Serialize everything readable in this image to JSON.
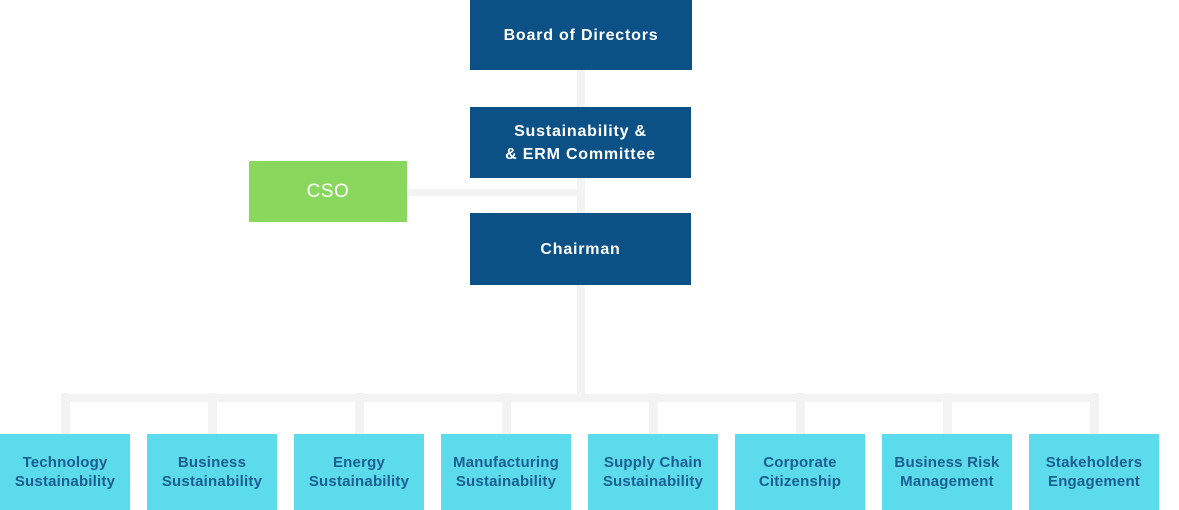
{
  "org": {
    "board": {
      "label": "Board of Directors"
    },
    "committee": {
      "line1": "Sustainability &",
      "line2": "& ERM Committee"
    },
    "cso": {
      "label": "CSO"
    },
    "chairman": {
      "label": "Chairman"
    },
    "departments": [
      {
        "line1": "Technology",
        "line2": "Sustainability"
      },
      {
        "line1": "Business",
        "line2": "Sustainability"
      },
      {
        "line1": "Energy",
        "line2": "Sustainability"
      },
      {
        "line1": "Manufacturing",
        "line2": "Sustainability"
      },
      {
        "line1": "Supply Chain",
        "line2": "Sustainability"
      },
      {
        "line1": "Corporate",
        "line2": "Citizenship"
      },
      {
        "line1": "Business Risk",
        "line2": "Management"
      },
      {
        "line1": "Stakeholders",
        "line2": "Engagement"
      }
    ],
    "colors": {
      "dark_blue": "#0B5185",
      "green": "#89D75D",
      "cyan": "#5CDBEC",
      "dept_text": "#1B5E90",
      "connector": "#F3F3F3"
    }
  }
}
